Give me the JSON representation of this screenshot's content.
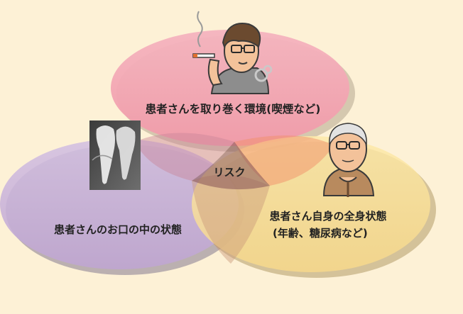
{
  "diagram": {
    "background_color": "#fdf1d6",
    "circles": [
      {
        "id": "environment",
        "label": "患者さんを取り巻く環境(喫煙など)",
        "color": "#f4a7b3",
        "icon": "smoking-man-icon"
      },
      {
        "id": "oral",
        "label": "患者さんのお口の中の状態",
        "color": "#c9b2d9",
        "icon": "tooth-xray-icon"
      },
      {
        "id": "systemic",
        "label_line1": "患者さん自身の全身状態",
        "label_line2": "(年齢、糖尿病など)",
        "color": "#fbe39a",
        "icon": "elderly-man-icon"
      }
    ],
    "center_label": "リスク"
  }
}
